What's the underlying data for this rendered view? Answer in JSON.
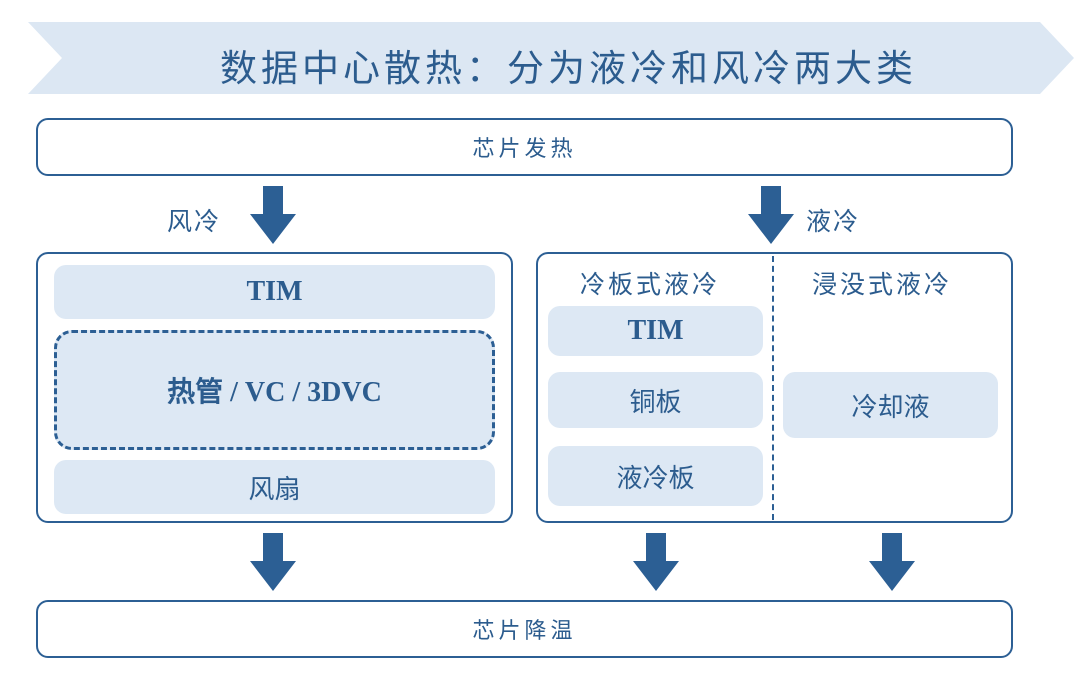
{
  "title": "数据中心散热：分为液冷和风冷两大类",
  "top_bar": "芯片发热",
  "bottom_bar": "芯片降温",
  "air_cooling": {
    "label": "风冷",
    "items": [
      "TIM",
      "热管 / VC / 3DVC",
      "风扇"
    ]
  },
  "liquid_cooling": {
    "label": "液冷",
    "cold_plate": {
      "heading": "冷板式液冷",
      "items": [
        "TIM",
        "铜板",
        "液冷板"
      ]
    },
    "immersion": {
      "heading": "浸没式液冷",
      "items": [
        "冷却液"
      ]
    }
  },
  "colors": {
    "primary": "#2c5f94",
    "fill": "#dde8f4",
    "banner": "#dce7f3"
  }
}
